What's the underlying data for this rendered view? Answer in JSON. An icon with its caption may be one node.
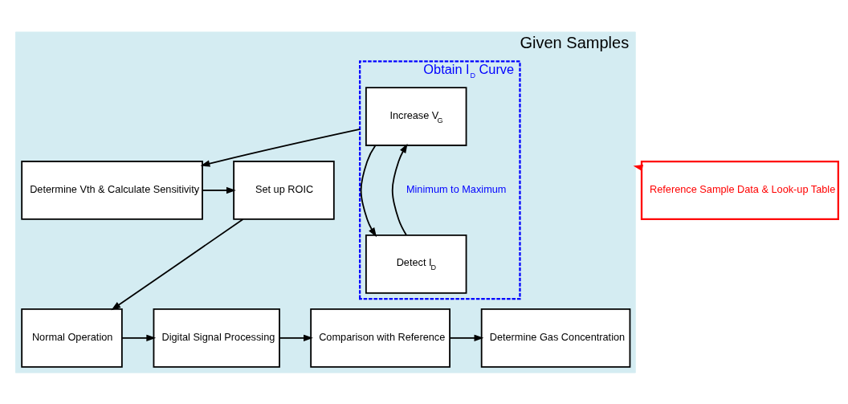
{
  "diagram": {
    "nodes": [
      {
        "text": [
          "Given Samples"
        ]
      },
      {
        "text": [
          "Reference Sample Data & Look-up Table"
        ]
      },
      {
        "text": [
          "Obtain I$_{D}$ Curve"
        ],
        "in": 0
      },
      {
        "text": [
          "Increase V$_{G}$"
        ],
        "in": 2
      },
      {
        "text": [
          "Detect I$_{D}$"
        ],
        "in": 2
      },
      {
        "text": [
          "Determine Vth & Calculate Sensitivity"
        ],
        "in": 0
      },
      {
        "text": [
          "Set up ROIC"
        ],
        "in": 0
      },
      {
        "text": [
          "Normal Operation"
        ],
        "in": 0
      },
      {
        "text": [
          "Digital Signal Processing"
        ],
        "in": 0
      },
      {
        "text": [
          "Comparison with Reference"
        ],
        "in": 0
      },
      {
        "text": [
          "Determine Gas Concentration"
        ],
        "in": 0
      }
    ],
    "edges": [
      {
        "from": 1,
        "to": 0,
        "arrow": "to",
        "color": "#ff0000"
      },
      {
        "from": 3,
        "to": 4,
        "arrow": "to"
      },
      {
        "from": 4,
        "to": 3,
        "arrow": "to"
      },
      {
        "from": 2,
        "to": 5,
        "arrow": "to"
      },
      {
        "from": 5,
        "to": 6,
        "arrow": "to"
      },
      {
        "from": 6,
        "to": 7,
        "arrow": "to"
      },
      {
        "from": 7,
        "to": 8,
        "arrow": "to"
      },
      {
        "from": 8,
        "to": 9,
        "arrow": "to"
      },
      {
        "from": 9,
        "to": 10,
        "arrow": "to"
      }
    ],
    "labels": [
      "Minimum to Maximum"
    ]
  }
}
